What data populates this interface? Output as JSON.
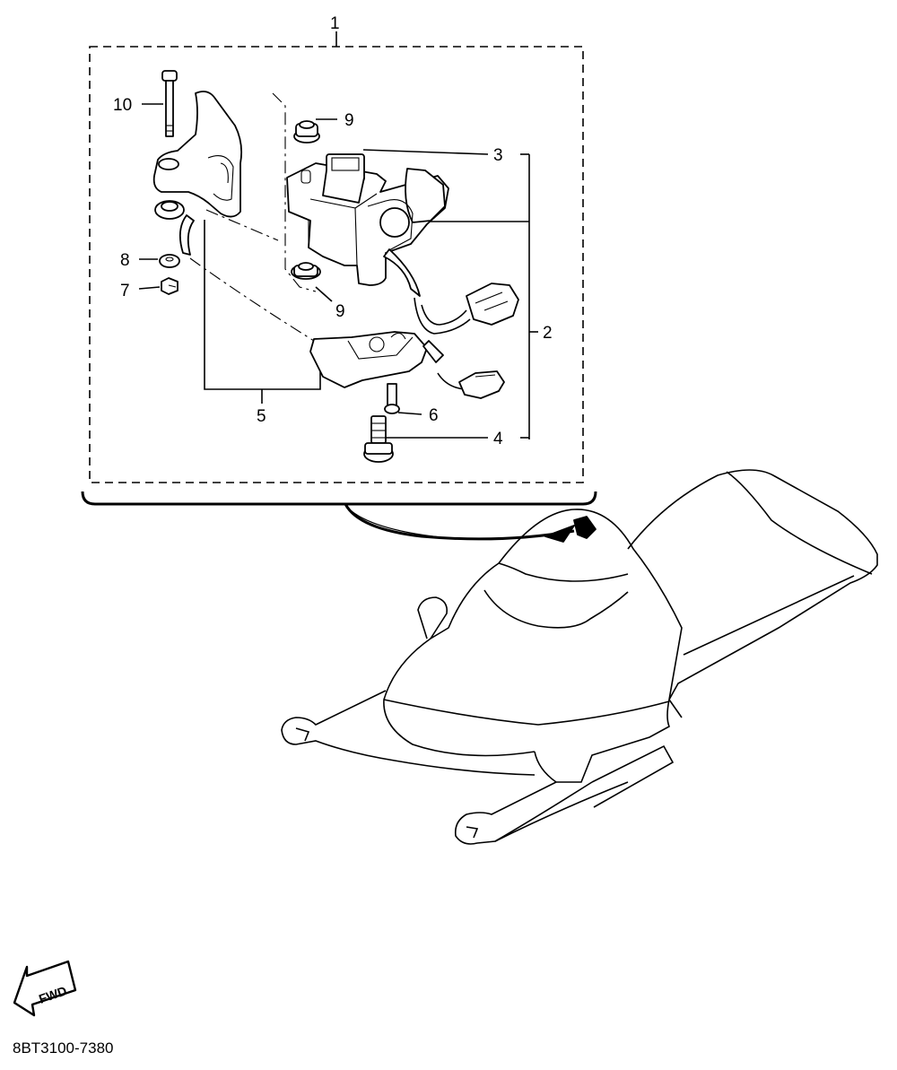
{
  "callouts": {
    "c1": "1",
    "c2": "2",
    "c3": "3",
    "c4": "4",
    "c5": "5",
    "c6": "6",
    "c7": "7",
    "c8": "8",
    "c9_top": "9",
    "c9_bottom": "9",
    "c10": "10"
  },
  "fwd_label": "FWD",
  "diagram_code": "8BT3100-7380"
}
